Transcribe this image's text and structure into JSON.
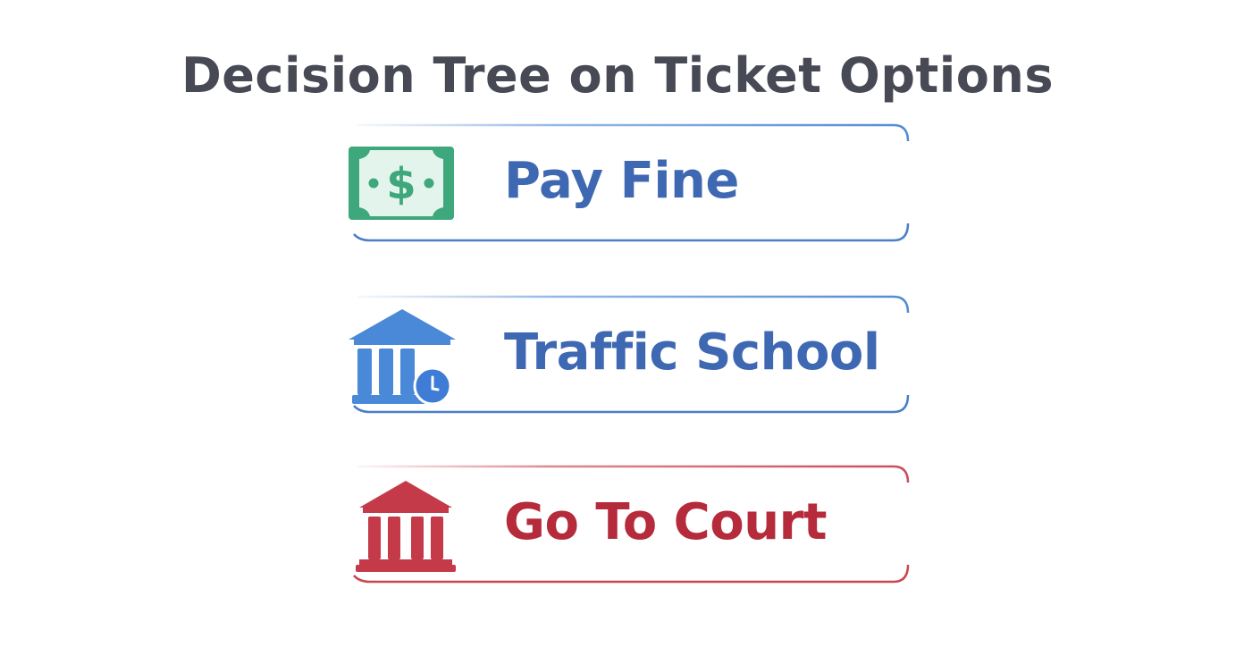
{
  "title": "Decision Tree on Ticket Options",
  "options": [
    {
      "label": "Pay Fine",
      "icon": "dollar-bill-icon",
      "color": "#3f68b3",
      "icon_color": "#3fa77c"
    },
    {
      "label": "Traffic School",
      "icon": "school-building-clock-icon",
      "color": "#3f68b3",
      "icon_color": "#4a88d8"
    },
    {
      "label": "Go To Court",
      "icon": "courthouse-icon",
      "color": "#b52b3b",
      "icon_color": "#c43a48"
    }
  ]
}
